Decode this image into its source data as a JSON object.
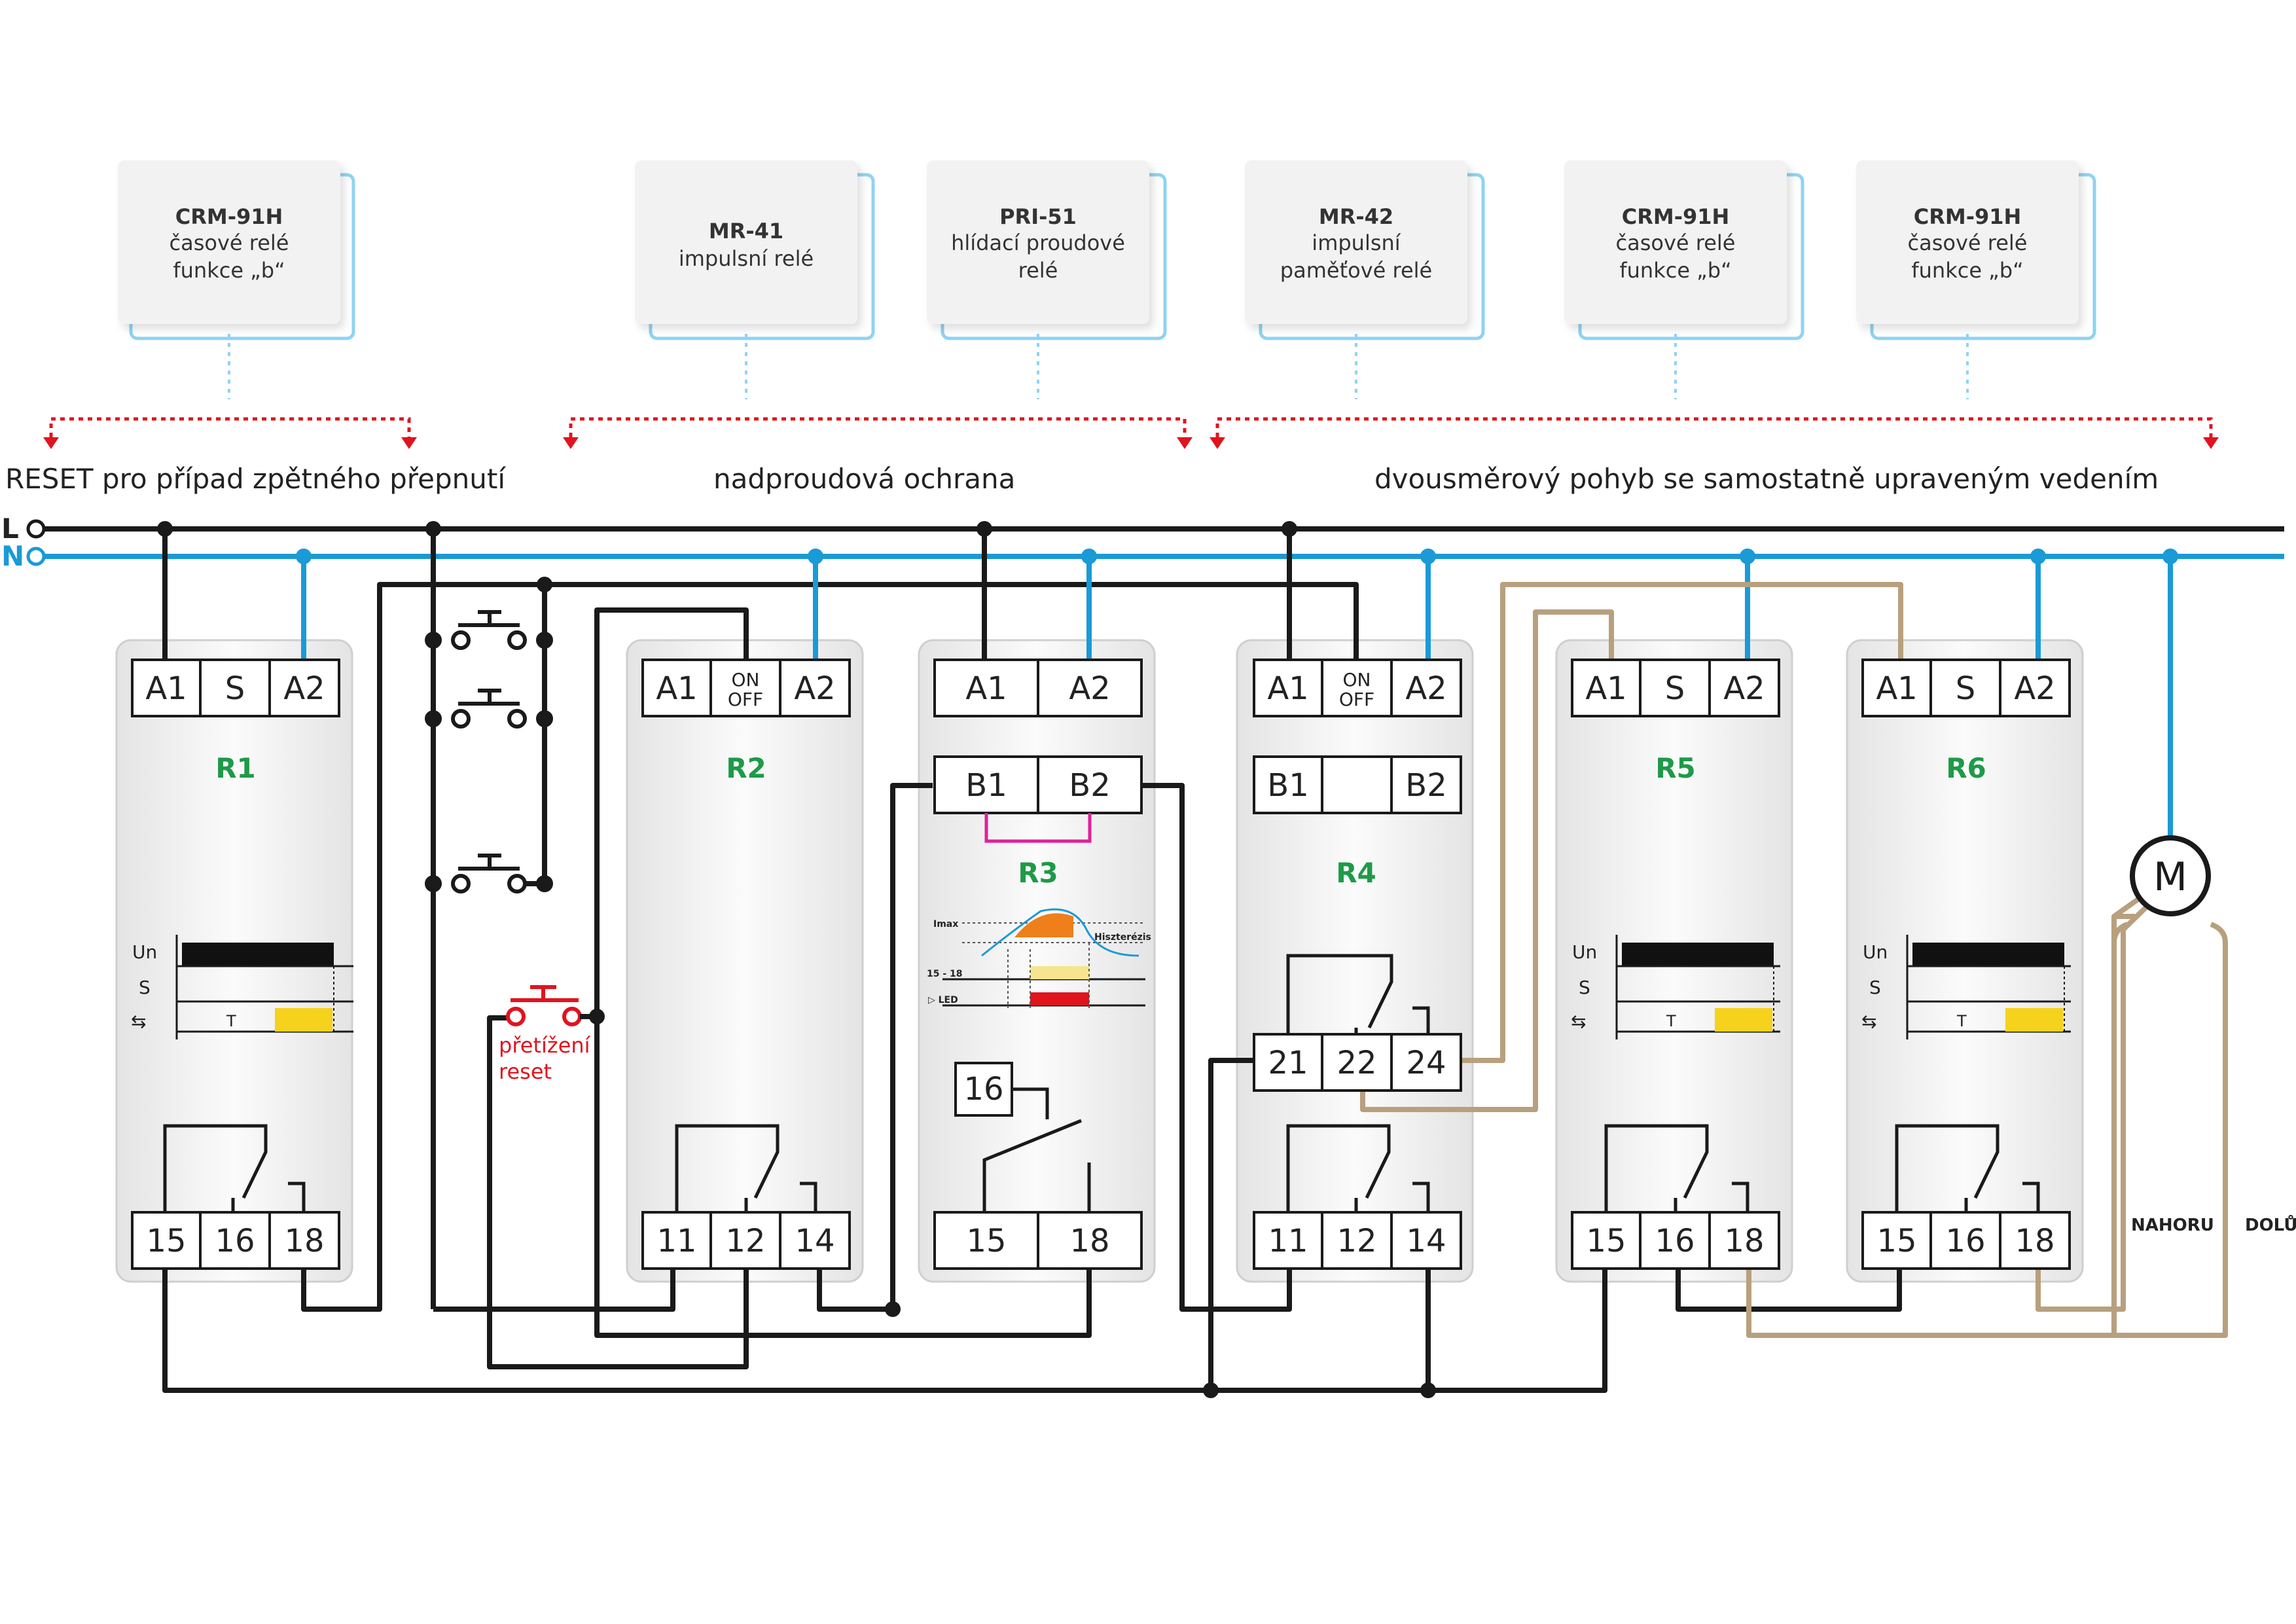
{
  "colors": {
    "line_L": "#1a1a1a",
    "line_N": "#1a9ad6",
    "wire_black": "#1a1a1a",
    "wire_tan": "#b8a07e",
    "arrow_red": "#e0141e",
    "relay_label_green": "#1e9a48",
    "reset_red": "#e0141e",
    "bridge_magenta": "#e0209a",
    "timer_yellow": "#f6d21c",
    "card_border_blue": "#8fd3f2"
  },
  "cards": [
    {
      "title": "CRM-91H",
      "line1": "časové relé",
      "line2": "funkce „b“"
    },
    {
      "title": "MR-41",
      "line1": "impulsní relé",
      "line2": ""
    },
    {
      "title": "PRI-51",
      "line1": "hlídací proudové",
      "line2": "relé"
    },
    {
      "title": "MR-42",
      "line1": "impulsní",
      "line2": "paměťové relé"
    },
    {
      "title": "CRM-91H",
      "line1": "časové relé",
      "line2": "funkce „b“"
    },
    {
      "title": "CRM-91H",
      "line1": "časové relé",
      "line2": "funkce „b“"
    }
  ],
  "sections": {
    "left": "RESET pro případ zpětného přepnutí",
    "middle": "nadproudová ochrana",
    "right": "dvousměrový pohyb se samostatně upraveným vedením"
  },
  "lines": {
    "L": "L",
    "N": "N"
  },
  "relays": {
    "r1": {
      "name": "R1",
      "top": [
        "A1",
        "S",
        "A2"
      ],
      "bottom": [
        "15",
        "16",
        "18"
      ]
    },
    "r2": {
      "name": "R2",
      "top": [
        "A1",
        "ON",
        "OFF",
        "A2"
      ],
      "bottom": [
        "11",
        "12",
        "14"
      ]
    },
    "r3": {
      "name": "R3",
      "top": [
        "A1",
        "A2"
      ],
      "mid": [
        "B1",
        "B2"
      ],
      "contact": "16",
      "bottom": [
        "15",
        "18"
      ]
    },
    "r4": {
      "name": "R4",
      "top": [
        "A1",
        "ON",
        "OFF",
        "A2"
      ],
      "mid": [
        "B1",
        "B2"
      ],
      "contacts": [
        "21",
        "22",
        "24"
      ],
      "bottom": [
        "11",
        "12",
        "14"
      ]
    },
    "r5": {
      "name": "R5",
      "top": [
        "A1",
        "S",
        "A2"
      ],
      "bottom": [
        "15",
        "16",
        "18"
      ]
    },
    "r6": {
      "name": "R6",
      "top": [
        "A1",
        "S",
        "A2"
      ],
      "bottom": [
        "15",
        "16",
        "18"
      ]
    }
  },
  "timer_chart": {
    "rows": [
      "Un",
      "S"
    ],
    "t_label": "T"
  },
  "r3_chart": {
    "imax": "Imax",
    "hysteresis": "Hiszterézis",
    "row1": "15 - 18",
    "row2": "▷ LED"
  },
  "reset_button": {
    "line1": "přetížení",
    "line2": "reset"
  },
  "motor": {
    "label": "M",
    "up": "NAHORU",
    "down": "DOLŮ"
  }
}
